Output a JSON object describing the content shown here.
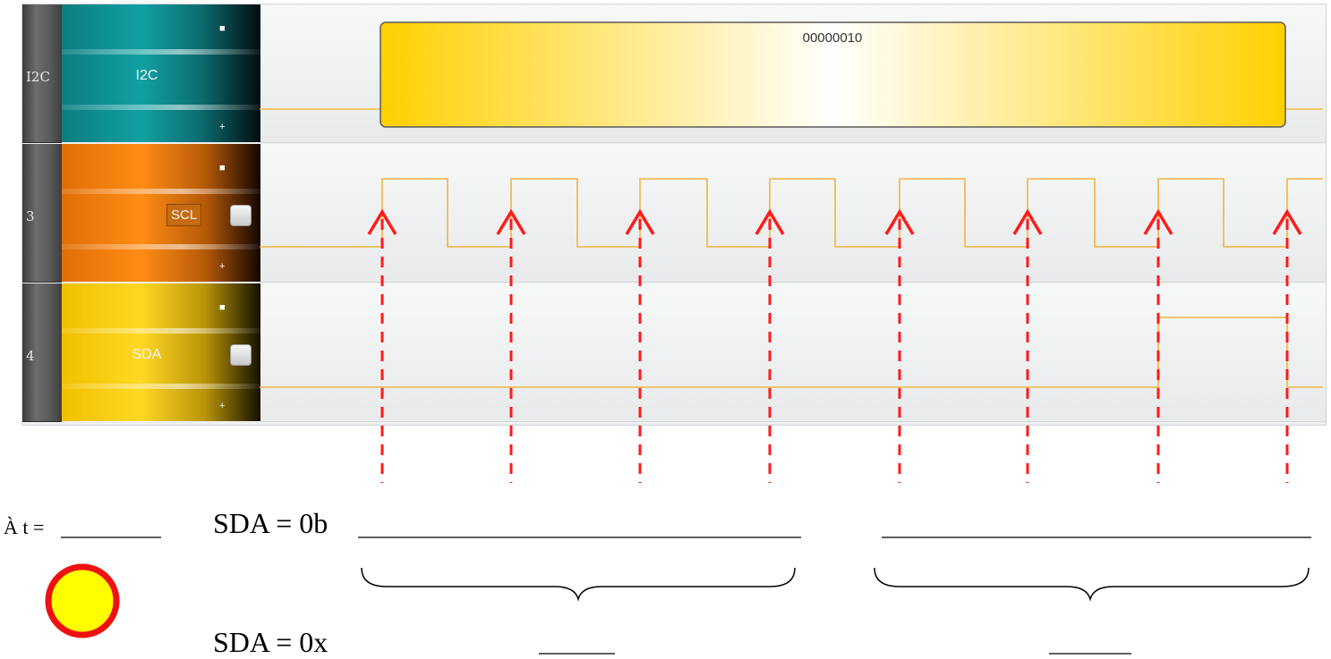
{
  "colors": {
    "i2c_lane": "#0f8a8c",
    "scl_lane": "#ff8a12",
    "sda_lane": "#ffd21a",
    "packet_fill": "#ffd700",
    "signal_line": "#f0b440",
    "marker": "#ff1a1a",
    "indicator_fill": "#ffff00",
    "indicator_ring": "#ee1111"
  },
  "lanes": [
    {
      "id": "i2c",
      "number": "I2C",
      "label": "I2C",
      "has_checkbox": false
    },
    {
      "id": "scl",
      "number": "3",
      "label": "SCL",
      "has_checkbox": true
    },
    {
      "id": "sda",
      "number": "4",
      "label": "SDA",
      "has_checkbox": true
    }
  ],
  "decoded_packet": {
    "value": "00000010"
  },
  "signals": {
    "scl": {
      "levels": [
        0,
        1,
        0,
        1,
        0,
        1,
        0,
        1,
        0,
        1,
        0,
        1,
        0,
        1,
        0,
        1,
        0,
        1
      ]
    },
    "sda": {
      "levels": [
        0,
        0,
        0,
        0,
        0,
        0,
        0,
        0,
        0,
        0,
        0,
        0,
        0,
        1,
        1,
        0,
        0,
        0
      ]
    }
  },
  "clock_rising_edges": 8,
  "worksheet": {
    "time_prefix": "À t =",
    "time_blank": "________",
    "sda_binary_label": "SDA = 0b",
    "sda_hex_label": "SDA = 0x"
  }
}
